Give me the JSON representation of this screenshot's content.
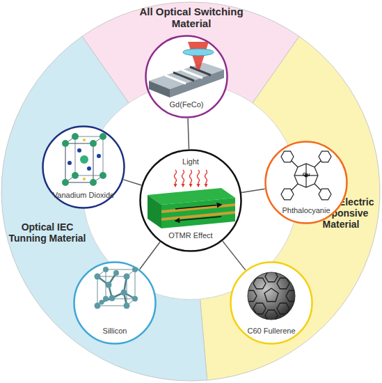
{
  "diagram": {
    "nodes": [
      {
        "text": [
          "All Optical Switching Material"
        ]
      },
      {
        "text": [
          "Photo-Electric Responsive Material"
        ]
      },
      {
        "text": [
          "Optical IEC Tunning Material"
        ]
      },
      {
        "text": [
          "Light",
          "OTMR Effect"
        ]
      },
      {
        "text": [
          "Gd(FeCo)"
        ]
      },
      {
        "text": [
          "Phthalocyanie"
        ]
      },
      {
        "text": [
          "C60 Fullerene"
        ]
      },
      {
        "text": [
          "Sillicon"
        ]
      },
      {
        "text": [
          "Vanadium Dioxide"
        ]
      }
    ],
    "edges": [
      {
        "from": 3,
        "to": 4,
        "arrow": "none"
      },
      {
        "from": 3,
        "to": 5,
        "arrow": "none"
      },
      {
        "from": 3,
        "to": 6,
        "arrow": "none"
      },
      {
        "from": 3,
        "to": 7,
        "arrow": "none"
      },
      {
        "from": 3,
        "to": 8,
        "arrow": "none"
      }
    ],
    "labels": [
      "Cu"
    ]
  }
}
